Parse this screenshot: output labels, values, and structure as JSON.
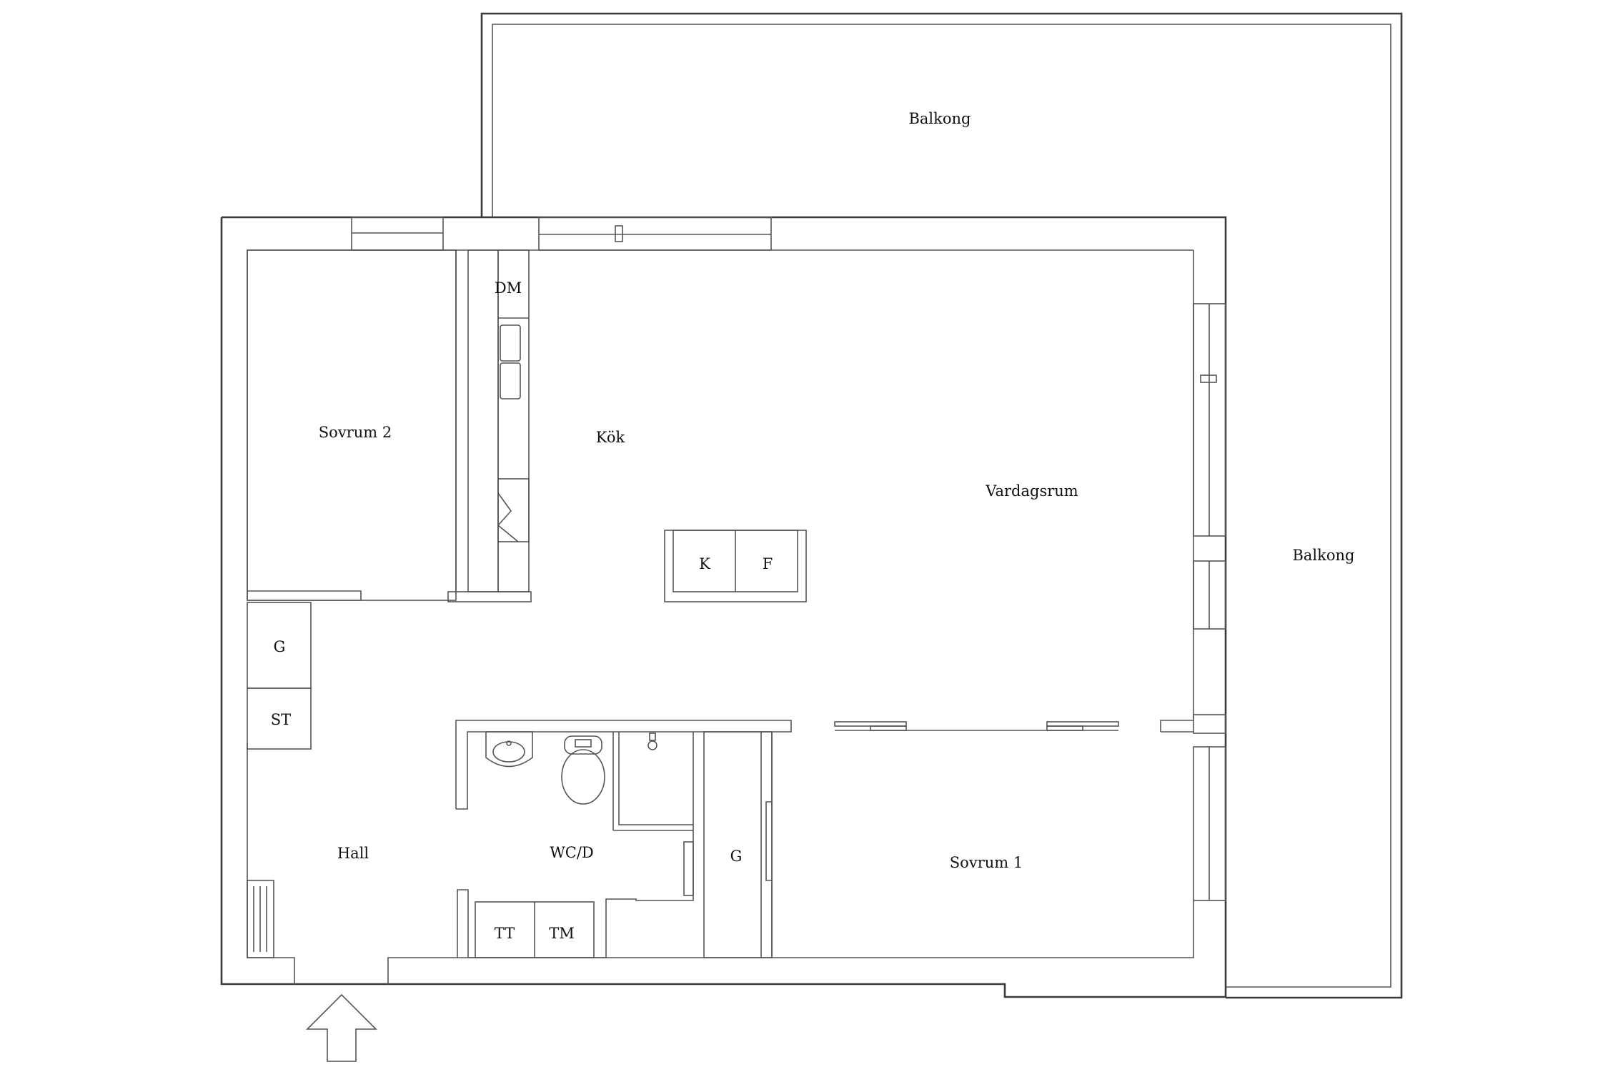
{
  "rooms": {
    "balkong_top": "Balkong",
    "balkong_right": "Balkong",
    "sovrum2": "Sovrum 2",
    "kok": "Kök",
    "vardagsrum": "Vardagsrum",
    "hall": "Hall",
    "wcd": "WC/D",
    "sovrum1": "Sovrum 1"
  },
  "fixtures": {
    "dm": "DM",
    "k": "K",
    "f": "F",
    "g_hall": "G",
    "st": "ST",
    "g_sovrum1": "G",
    "tt": "TT",
    "tm": "TM"
  },
  "entrance": "entrance-arrow"
}
